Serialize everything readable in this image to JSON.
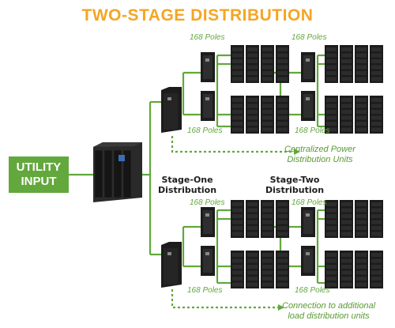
{
  "title": "TWO-STAGE DISTRIBUTION",
  "utility_input": {
    "line1": "UTILITY",
    "line2": "INPUT"
  },
  "stage_one": {
    "line1": "Stage-One",
    "line2": "Distribution"
  },
  "stage_two": {
    "line1": "Stage-Two",
    "line2": "Distribution"
  },
  "poles_label": "168 Poles",
  "top_note": {
    "line1": "Centralized Power",
    "line2": "Distribution Units"
  },
  "bottom_note": {
    "line1": "Connection to additional",
    "line2": "load distribution units"
  },
  "colors": {
    "title": "#f5a524",
    "green": "#62a83c",
    "equipment": "#1c1c1c",
    "note_text": "#5a9a34"
  }
}
